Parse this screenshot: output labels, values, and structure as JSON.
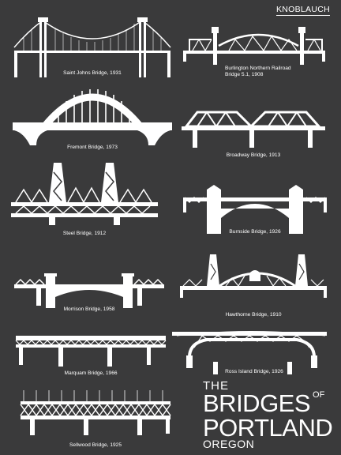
{
  "brand": "KNOBLAUCH",
  "title": {
    "the": "THE",
    "bridges": "BRIDGES",
    "of": "OF",
    "portland": "PORTLAND",
    "oregon": "OREGON"
  },
  "bridges": {
    "saint_johns": "Saint Johns Bridge, 1931",
    "burlington_line1": "Burlington Northern Railroad",
    "burlington_line2": "Bridge 5.1, 1908",
    "fremont": "Fremont Bridge, 1973",
    "broadway": "Broadway Bridge, 1913",
    "steel": "Steel Bridge, 1912",
    "burnside": "Burnside Bridge, 1926",
    "morrison": "Morrison Bridge, 1958",
    "hawthorne": "Hawthorne Bridge, 1910",
    "marquam": "Marquam Bridge, 1966",
    "ross_island": "Ross Island Bridge, 1926",
    "sellwood": "Sellwood Bridge, 1925"
  },
  "colors": {
    "background": "#3a3a3b",
    "ink": "#ffffff"
  }
}
